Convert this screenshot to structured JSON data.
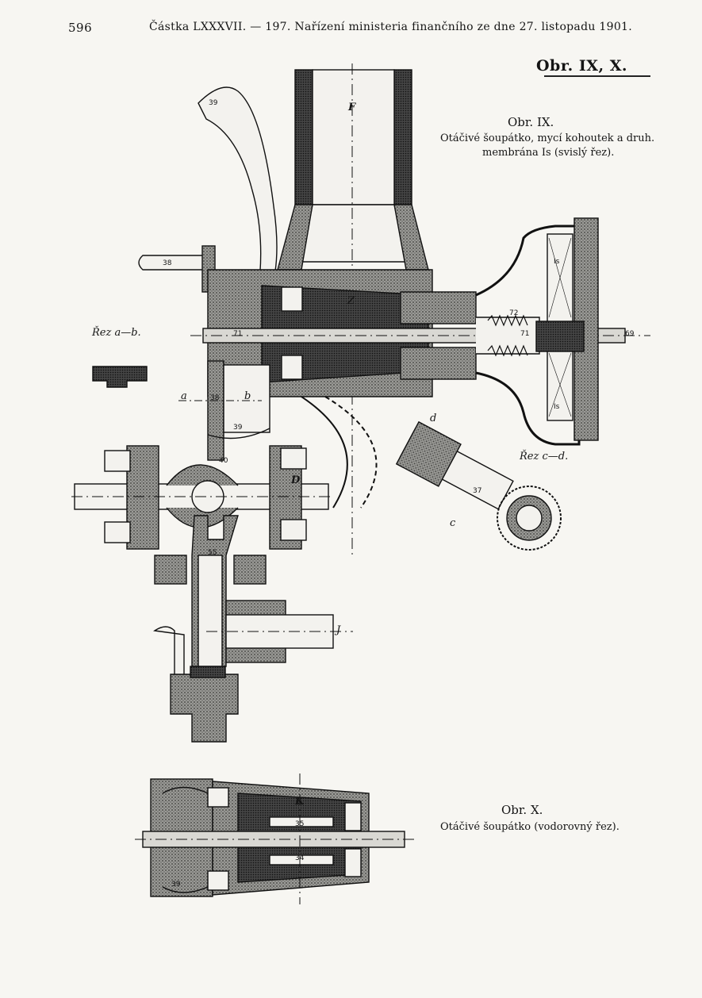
{
  "header": {
    "page_number": "596",
    "running_title": "Částka LXXXVII. — 197. Nařízení ministeria finančního ze dne 27. listopadu 1901."
  },
  "figure_heading": "Obr. IX, X.",
  "figure_ix": {
    "title": "Obr. IX.",
    "caption_line1": "Otáčivé šoupátko, mycí kohoutek a druh.",
    "caption_line2": "membrána Is (svislý řez)."
  },
  "figure_x": {
    "title": "Obr. X.",
    "caption": "Otáčivé šoupátko (vodorovný řez)."
  },
  "section_labels": {
    "rez_ab": "Řez a—b.",
    "rez_cd": "Řez c—d.",
    "a": "a",
    "b": "b",
    "c": "c",
    "d": "d"
  },
  "part_labels": {
    "F": "F",
    "Z": "Z",
    "D": "D",
    "J": "J",
    "K": "K",
    "Is_top": "Is",
    "Is_bottom": "Is",
    "n39_a": "39",
    "n39_b": "39",
    "n39_c": "39",
    "n38_a": "38",
    "n38_b": "38",
    "n40": "40",
    "n71_a": "71",
    "n71_b": "71",
    "n72": "72",
    "n69": "69",
    "n37": "37",
    "n55": "55",
    "n35": "35",
    "n34": "34"
  }
}
